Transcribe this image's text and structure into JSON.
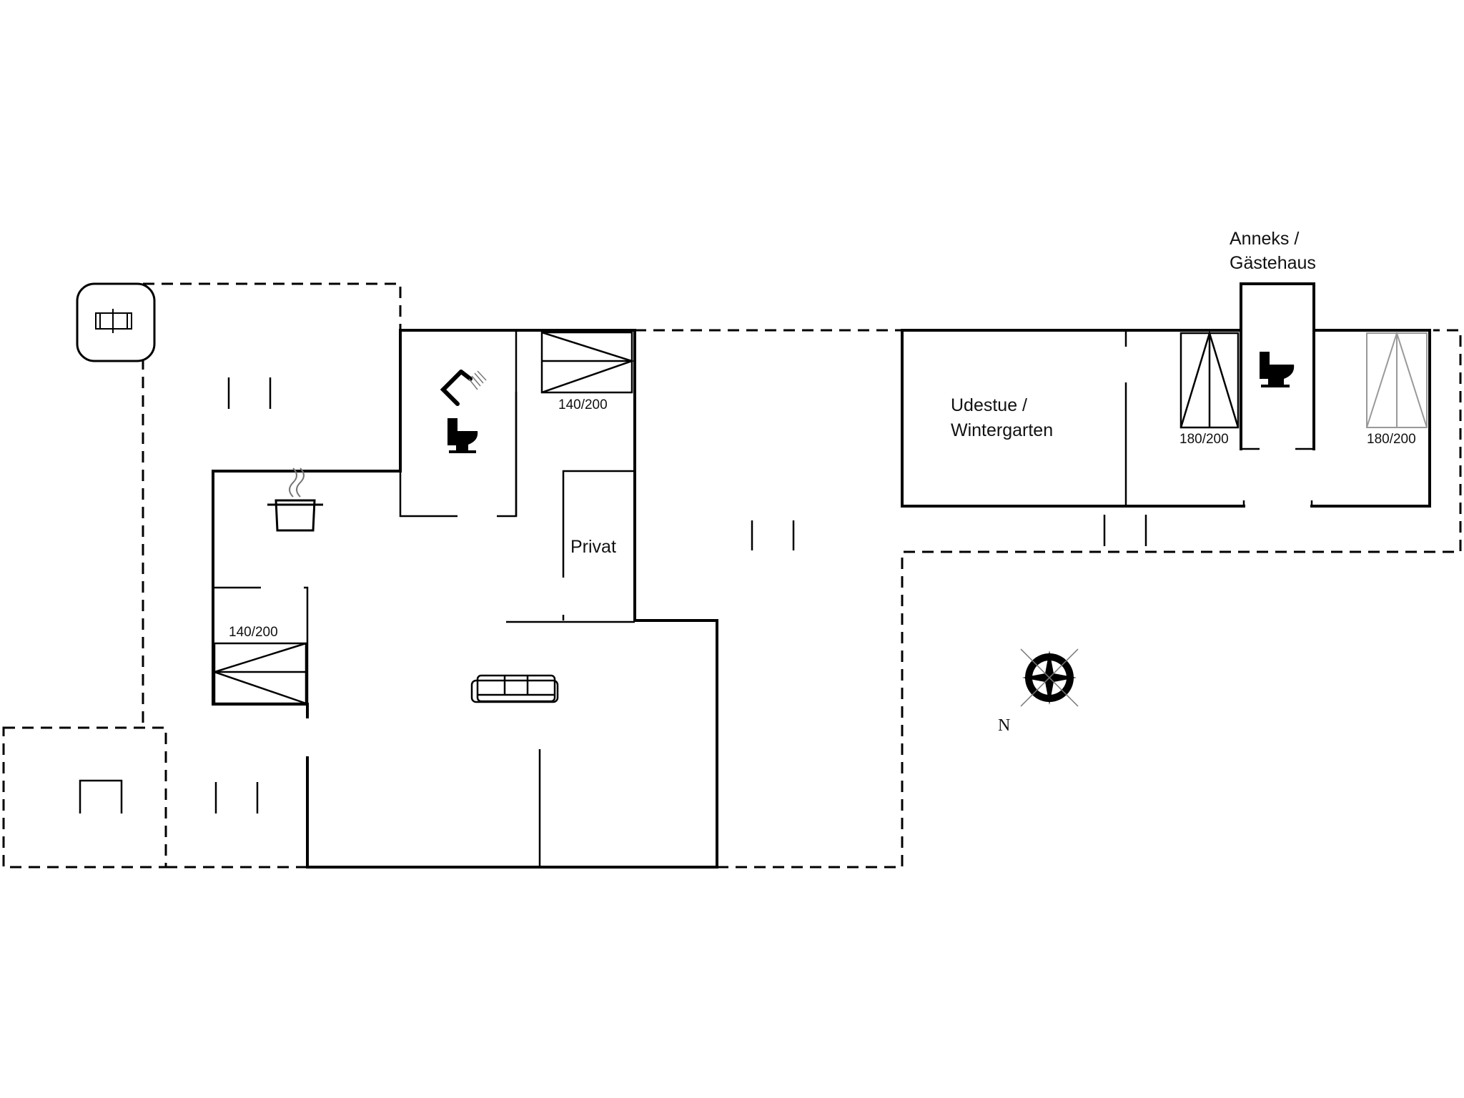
{
  "floorplan": {
    "labels": {
      "annex_line1": "Anneks /",
      "annex_line2": "Gästehaus",
      "wintergarden_line1": "Udestue /",
      "wintergarden_line2": "Wintergarten",
      "private_room": "Privat",
      "bed_upper": "140/200",
      "bed_left": "140/200",
      "bed_annex_left": "180/200",
      "bed_annex_right": "180/200",
      "north": "N"
    },
    "icons": [
      "sauna-icon",
      "shower-icon",
      "toilet-icon",
      "cooking-pot-icon",
      "sofa-icon",
      "fireplace-icon",
      "compass-rose-icon"
    ],
    "colors": {
      "wall": "#000000",
      "background": "#ffffff"
    }
  }
}
